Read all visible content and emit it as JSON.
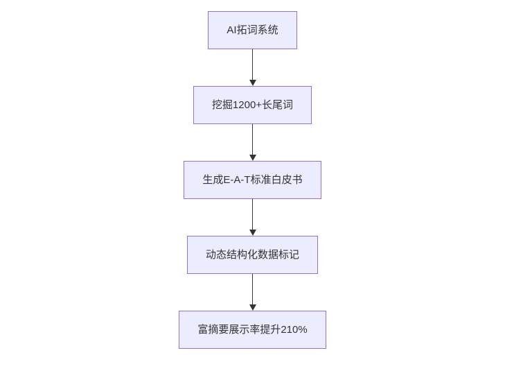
{
  "diagram": {
    "type": "flowchart",
    "direction": "top-down",
    "colors": {
      "node_fill": "#ECECFF",
      "node_border": "#9370DB",
      "arrow": "#333333",
      "text": "#333333",
      "background": "#FFFFFF"
    },
    "nodes": [
      {
        "id": "n1",
        "label": "AI拓词系统"
      },
      {
        "id": "n2",
        "label": "挖掘1200+长尾词"
      },
      {
        "id": "n3",
        "label": "生成E-A-T标准白皮书"
      },
      {
        "id": "n4",
        "label": "动态结构化数据标记"
      },
      {
        "id": "n5",
        "label": "富摘要展示率提升210%"
      }
    ],
    "edges": [
      {
        "from": "n1",
        "to": "n2",
        "style": "arrow-down"
      },
      {
        "from": "n2",
        "to": "n3",
        "style": "arrow-down"
      },
      {
        "from": "n3",
        "to": "n4",
        "style": "arrow-down"
      },
      {
        "from": "n4",
        "to": "n5",
        "style": "arrow-down"
      }
    ]
  }
}
